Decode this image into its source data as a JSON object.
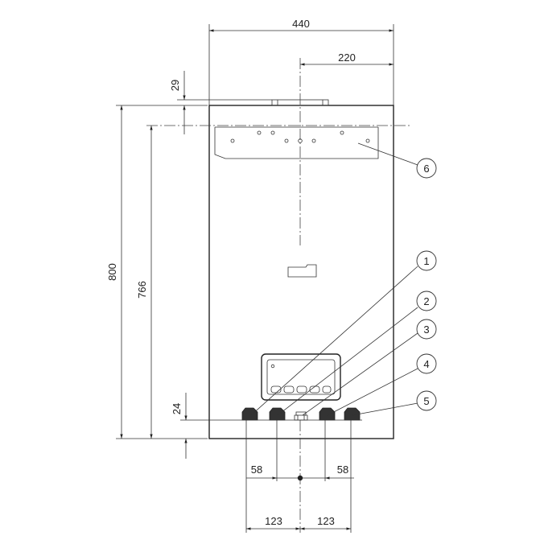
{
  "dimensions": {
    "total_width": "440",
    "half_width": "220",
    "top_offset": "29",
    "height_total": "800",
    "height_bracket": "766",
    "bottom_offset": "24",
    "pipe_inner_left": "58",
    "pipe_inner_right": "58",
    "pipe_outer_left": "123",
    "pipe_outer_right": "123"
  },
  "callouts": [
    "1",
    "2",
    "3",
    "4",
    "5",
    "6"
  ]
}
